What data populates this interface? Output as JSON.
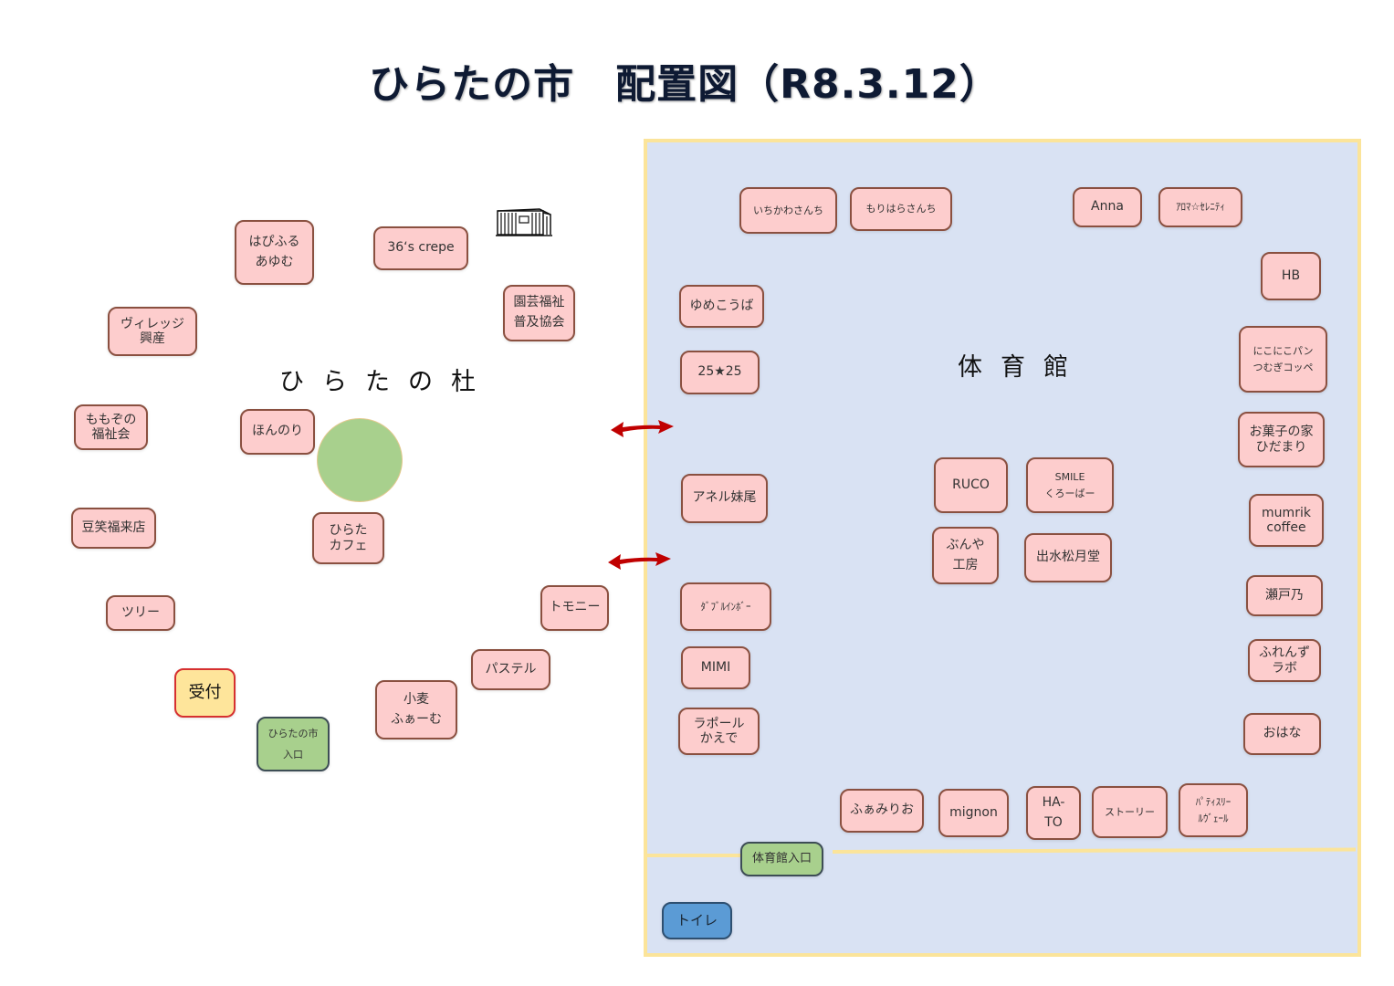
{
  "title": "ひらたの市　配置図（R8.3.12）",
  "areas": {
    "outdoor_label": "ひらたの杜",
    "gym_label": "体育館"
  },
  "outdoor_booths": [
    {
      "id": "habifuru",
      "lines": [
        "はぴふる",
        "あゆむ"
      ]
    },
    {
      "id": "36-crepe",
      "lines": [
        "36‘s crepe"
      ]
    },
    {
      "id": "engei",
      "lines": [
        "園芸福祉",
        "普及協会"
      ]
    },
    {
      "id": "village",
      "lines": [
        "ヴィレッジ",
        "興産"
      ]
    },
    {
      "id": "momozono",
      "lines": [
        "ももぞの",
        "福祉会"
      ]
    },
    {
      "id": "honnori",
      "lines": [
        "ほんのり"
      ]
    },
    {
      "id": "hirata-cafe",
      "lines": [
        "ひらた",
        "カフェ"
      ]
    },
    {
      "id": "mameemi",
      "lines": [
        "豆笑福来店"
      ]
    },
    {
      "id": "tree",
      "lines": [
        "ツリー"
      ]
    },
    {
      "id": "tomony",
      "lines": [
        "トモニー"
      ]
    },
    {
      "id": "pastel",
      "lines": [
        "パステル"
      ]
    },
    {
      "id": "komugi",
      "lines": [
        "小麦",
        "ふぁーむ"
      ]
    }
  ],
  "reception": {
    "label": "受付"
  },
  "market_entrance": {
    "lines": [
      "ひらたの市",
      "入口"
    ]
  },
  "gym_booths": [
    {
      "id": "ichikawa",
      "lines": [
        "いちかわさんち"
      ]
    },
    {
      "id": "morihara",
      "lines": [
        "もりはらさんち"
      ]
    },
    {
      "id": "anna",
      "lines": [
        "Anna"
      ]
    },
    {
      "id": "aroma",
      "lines": [
        "ｱﾛﾏ☆ｾﾚﾆﾃｨ"
      ]
    },
    {
      "id": "hb",
      "lines": [
        "HB"
      ]
    },
    {
      "id": "yumekouba",
      "lines": [
        "ゆめこうば"
      ]
    },
    {
      "id": "25star25",
      "lines": [
        "25★25"
      ]
    },
    {
      "id": "nikoniko",
      "lines": [
        "にこにこパン",
        "つむぎコッペ"
      ]
    },
    {
      "id": "okashi",
      "lines": [
        "お菓子の家",
        "ひだまり"
      ]
    },
    {
      "id": "mumrik",
      "lines": [
        "mumrik",
        "coffee"
      ]
    },
    {
      "id": "setono",
      "lines": [
        "瀬戸乃"
      ]
    },
    {
      "id": "friends",
      "lines": [
        "ふれんず",
        "ラボ"
      ]
    },
    {
      "id": "ohana",
      "lines": [
        "おはな"
      ]
    },
    {
      "id": "anel",
      "lines": [
        "アネル妹尾"
      ]
    },
    {
      "id": "ruco",
      "lines": [
        "RUCO"
      ]
    },
    {
      "id": "smile",
      "lines": [
        "SMILE",
        "くろーばー"
      ]
    },
    {
      "id": "bunya",
      "lines": [
        "ぶんや",
        "工房"
      ]
    },
    {
      "id": "izumi",
      "lines": [
        "出水松月堂"
      ]
    },
    {
      "id": "double",
      "lines": [
        "ﾀﾞﾌﾞﾙｲﾝﾎﾞｰ"
      ]
    },
    {
      "id": "mimi",
      "lines": [
        "MIMI"
      ]
    },
    {
      "id": "rapport",
      "lines": [
        "ラポール",
        "かえで"
      ]
    },
    {
      "id": "famirio",
      "lines": [
        "ふぁみりお"
      ]
    },
    {
      "id": "mignon",
      "lines": [
        "mignon"
      ]
    },
    {
      "id": "hato",
      "lines": [
        "HA-",
        "TO"
      ]
    },
    {
      "id": "story",
      "lines": [
        "ストーリー"
      ]
    },
    {
      "id": "patisserie",
      "lines": [
        "ﾊﾟﾃｨｽﾘｰ",
        "ﾙｳﾞｪｰﾙ"
      ]
    }
  ],
  "gym_entrance": {
    "label": "体育館入口"
  },
  "toilet": {
    "label": "トイレ"
  },
  "icons": {
    "building": "building-icon",
    "passage_arrow": "double-arrow-icon"
  },
  "colors": {
    "booth_fill": "#fdcdcd",
    "booth_border": "#8a5040",
    "gym_fill": "#d9e2f3",
    "gym_border": "#fbe49a",
    "entrance_fill": "#a8d08d",
    "reception_fill": "#fee59b",
    "reception_border": "#d63030",
    "toilet_fill": "#5b9bd5",
    "arrow": "#c00000"
  }
}
